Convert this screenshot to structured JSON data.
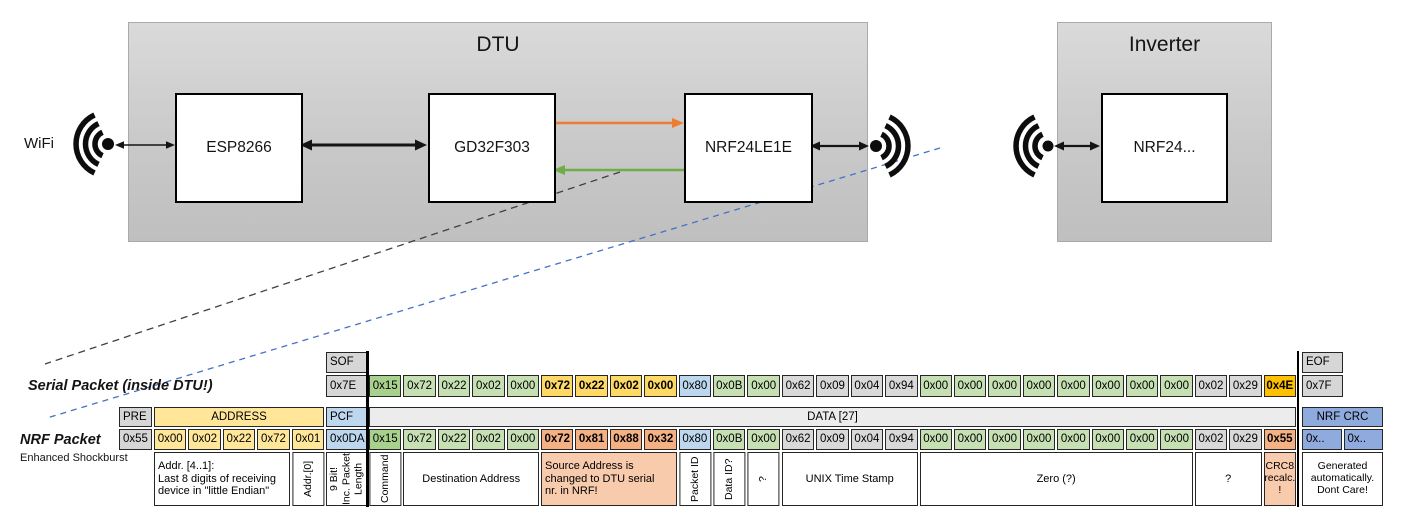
{
  "diagram": {
    "wifi_label": "WiFi",
    "dtu": {
      "title": "DTU",
      "components": [
        {
          "label": "ESP8266"
        },
        {
          "label": "GD32F303"
        },
        {
          "label": "NRF24LE1E"
        }
      ]
    },
    "inverter": {
      "title": "Inverter",
      "component": "NRF24..."
    },
    "colors": {
      "arrow_black": "#141414",
      "arrow_orange": "#ED7D31",
      "arrow_green": "#70AD47",
      "dash_black": "#404040",
      "dash_blue": "#4472C4",
      "icon_black": "#0d0d0d"
    }
  },
  "cell_colors": {
    "green_dark": "#A9D18E",
    "green_light": "#C6E0B4",
    "yellow_light": "#FFE699",
    "yellow_bold": "#FFD966",
    "blue_light": "#BDD7EE",
    "gray": "#D9D9D9",
    "orange": "#F4B183",
    "gold": "#FFC000",
    "orange_pale": "#F8CBAD",
    "blue_crc": "#8FAADC",
    "gray_header": "#D6D6D6",
    "gray_data_header": "#ECECEC",
    "white": "#FFFFFF"
  },
  "serial_packet": {
    "label": "Serial Packet (inside DTU!)",
    "sof": {
      "header": "SOF",
      "value": "0x7E"
    },
    "eof": {
      "header": "EOF",
      "value": "0x7F"
    },
    "bytes": [
      {
        "v": "0x15",
        "c": "green_dark"
      },
      {
        "v": "0x72",
        "c": "green_light"
      },
      {
        "v": "0x22",
        "c": "green_light"
      },
      {
        "v": "0x02",
        "c": "green_light"
      },
      {
        "v": "0x00",
        "c": "green_light"
      },
      {
        "v": "0x72",
        "c": "yellow_bold",
        "b": true
      },
      {
        "v": "0x22",
        "c": "yellow_bold",
        "b": true
      },
      {
        "v": "0x02",
        "c": "yellow_bold",
        "b": true
      },
      {
        "v": "0x00",
        "c": "yellow_bold",
        "b": true
      },
      {
        "v": "0x80",
        "c": "blue_light"
      },
      {
        "v": "0x0B",
        "c": "green_light"
      },
      {
        "v": "0x00",
        "c": "green_light"
      },
      {
        "v": "0x62",
        "c": "gray"
      },
      {
        "v": "0x09",
        "c": "gray"
      },
      {
        "v": "0x04",
        "c": "gray"
      },
      {
        "v": "0x94",
        "c": "gray"
      },
      {
        "v": "0x00",
        "c": "green_light"
      },
      {
        "v": "0x00",
        "c": "green_light"
      },
      {
        "v": "0x00",
        "c": "green_light"
      },
      {
        "v": "0x00",
        "c": "green_light"
      },
      {
        "v": "0x00",
        "c": "green_light"
      },
      {
        "v": "0x00",
        "c": "green_light"
      },
      {
        "v": "0x00",
        "c": "green_light"
      },
      {
        "v": "0x00",
        "c": "green_light"
      },
      {
        "v": "0x02",
        "c": "gray"
      },
      {
        "v": "0x29",
        "c": "gray"
      },
      {
        "v": "0x4E",
        "c": "gold",
        "b": true
      }
    ]
  },
  "nrf_packet": {
    "label": "NRF Packet",
    "sublabel": "Enhanced Shockburst",
    "pre": {
      "header": "PRE",
      "value": "0x55"
    },
    "address": {
      "header": "ADDRESS",
      "values": [
        "0x00",
        "0x02",
        "0x22",
        "0x72",
        "0x01"
      ]
    },
    "pcf": {
      "header": "PCF",
      "value": "0x0DA"
    },
    "data_header": "DATA [27]",
    "bytes": [
      {
        "v": "0x15",
        "c": "green_dark"
      },
      {
        "v": "0x72",
        "c": "green_light"
      },
      {
        "v": "0x22",
        "c": "green_light"
      },
      {
        "v": "0x02",
        "c": "green_light"
      },
      {
        "v": "0x00",
        "c": "green_light"
      },
      {
        "v": "0x72",
        "c": "orange",
        "b": true
      },
      {
        "v": "0x81",
        "c": "orange",
        "b": true
      },
      {
        "v": "0x88",
        "c": "orange",
        "b": true
      },
      {
        "v": "0x32",
        "c": "orange",
        "b": true
      },
      {
        "v": "0x80",
        "c": "blue_light"
      },
      {
        "v": "0x0B",
        "c": "green_light"
      },
      {
        "v": "0x00",
        "c": "green_light"
      },
      {
        "v": "0x62",
        "c": "gray"
      },
      {
        "v": "0x09",
        "c": "gray"
      },
      {
        "v": "0x04",
        "c": "gray"
      },
      {
        "v": "0x94",
        "c": "gray"
      },
      {
        "v": "0x00",
        "c": "green_light"
      },
      {
        "v": "0x00",
        "c": "green_light"
      },
      {
        "v": "0x00",
        "c": "green_light"
      },
      {
        "v": "0x00",
        "c": "green_light"
      },
      {
        "v": "0x00",
        "c": "green_light"
      },
      {
        "v": "0x00",
        "c": "green_light"
      },
      {
        "v": "0x00",
        "c": "green_light"
      },
      {
        "v": "0x00",
        "c": "green_light"
      },
      {
        "v": "0x02",
        "c": "gray"
      },
      {
        "v": "0x29",
        "c": "gray"
      },
      {
        "v": "0x55",
        "c": "orange",
        "b": true
      }
    ],
    "crc": {
      "header": "NRF CRC",
      "values": [
        "0x..",
        "0x.."
      ]
    }
  },
  "annotations": {
    "cells": [
      {
        "text": "Addr. [4..1]:\nLast 8 digits of receiving\ndevice in \"little Endian\"",
        "track": "addr",
        "from": 0,
        "span": 4,
        "align": "left"
      },
      {
        "text": "Addr.[0]",
        "track": "addr",
        "from": 4,
        "span": 1,
        "vertical": true
      },
      {
        "text": "9 Bit!\nInc. Packet\nLength",
        "track": "pcf",
        "from": 0,
        "span": 1,
        "vertical": true
      },
      {
        "text": "Command",
        "track": "data",
        "from": 0,
        "span": 1,
        "vertical": true
      },
      {
        "text": "Destination Address",
        "track": "data",
        "from": 1,
        "span": 4
      },
      {
        "text": "Source Address is\nchanged to DTU serial\nnr. in NRF!",
        "track": "data",
        "from": 5,
        "span": 4,
        "color": "orange_pale",
        "align": "left"
      },
      {
        "text": "Packet ID",
        "track": "data",
        "from": 9,
        "span": 1,
        "vertical": true
      },
      {
        "text": "Data ID?",
        "track": "data",
        "from": 10,
        "span": 1,
        "vertical": true
      },
      {
        "text": "?",
        "track": "data",
        "from": 11,
        "span": 1,
        "vertical": true
      },
      {
        "text": "UNIX Time Stamp",
        "track": "data",
        "from": 12,
        "span": 4
      },
      {
        "text": "Zero (?)",
        "track": "data",
        "from": 16,
        "span": 8
      },
      {
        "text": "?",
        "track": "data",
        "from": 24,
        "span": 2
      },
      {
        "text": "CRC8\nrecalc.\n!",
        "track": "data",
        "from": 26,
        "span": 1,
        "color": "orange_pale",
        "small": true
      },
      {
        "text": "Generated\nautomatically.\nDont Care!",
        "track": "crc",
        "from": 0,
        "span": 2,
        "small": true
      }
    ]
  }
}
